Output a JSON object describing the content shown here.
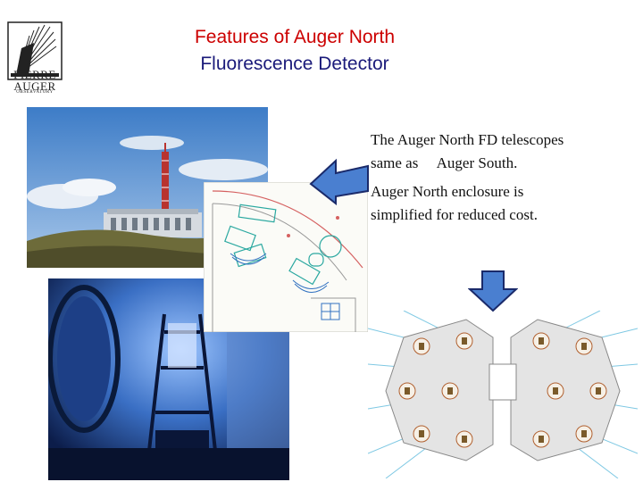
{
  "logo": {
    "line1": "PIERRE",
    "line2": "AUGER",
    "line3": "OBSERVATORY",
    "icon": "pierre-auger-observatory-logo"
  },
  "title": {
    "line1": "Features of Auger North",
    "line2": "Fluorescence Detector",
    "color_line1": "#cc0000",
    "color_line2": "#1a1a7a"
  },
  "body": {
    "para1_line1": "The Auger North FD telescopes",
    "para1_line2": "same as     Auger South.",
    "para2_line1": "Auger North enclosure is",
    "para2_line2": "simplified for reduced cost."
  },
  "images": {
    "building": "fd-building-photo",
    "interior": "telescope-interior-photo",
    "floorplan": "south-building-floorplan",
    "enclosure": "north-enclosure-diagram"
  },
  "arrows": {
    "fill": "#4a7fd0",
    "stroke": "#1a2a6a"
  }
}
